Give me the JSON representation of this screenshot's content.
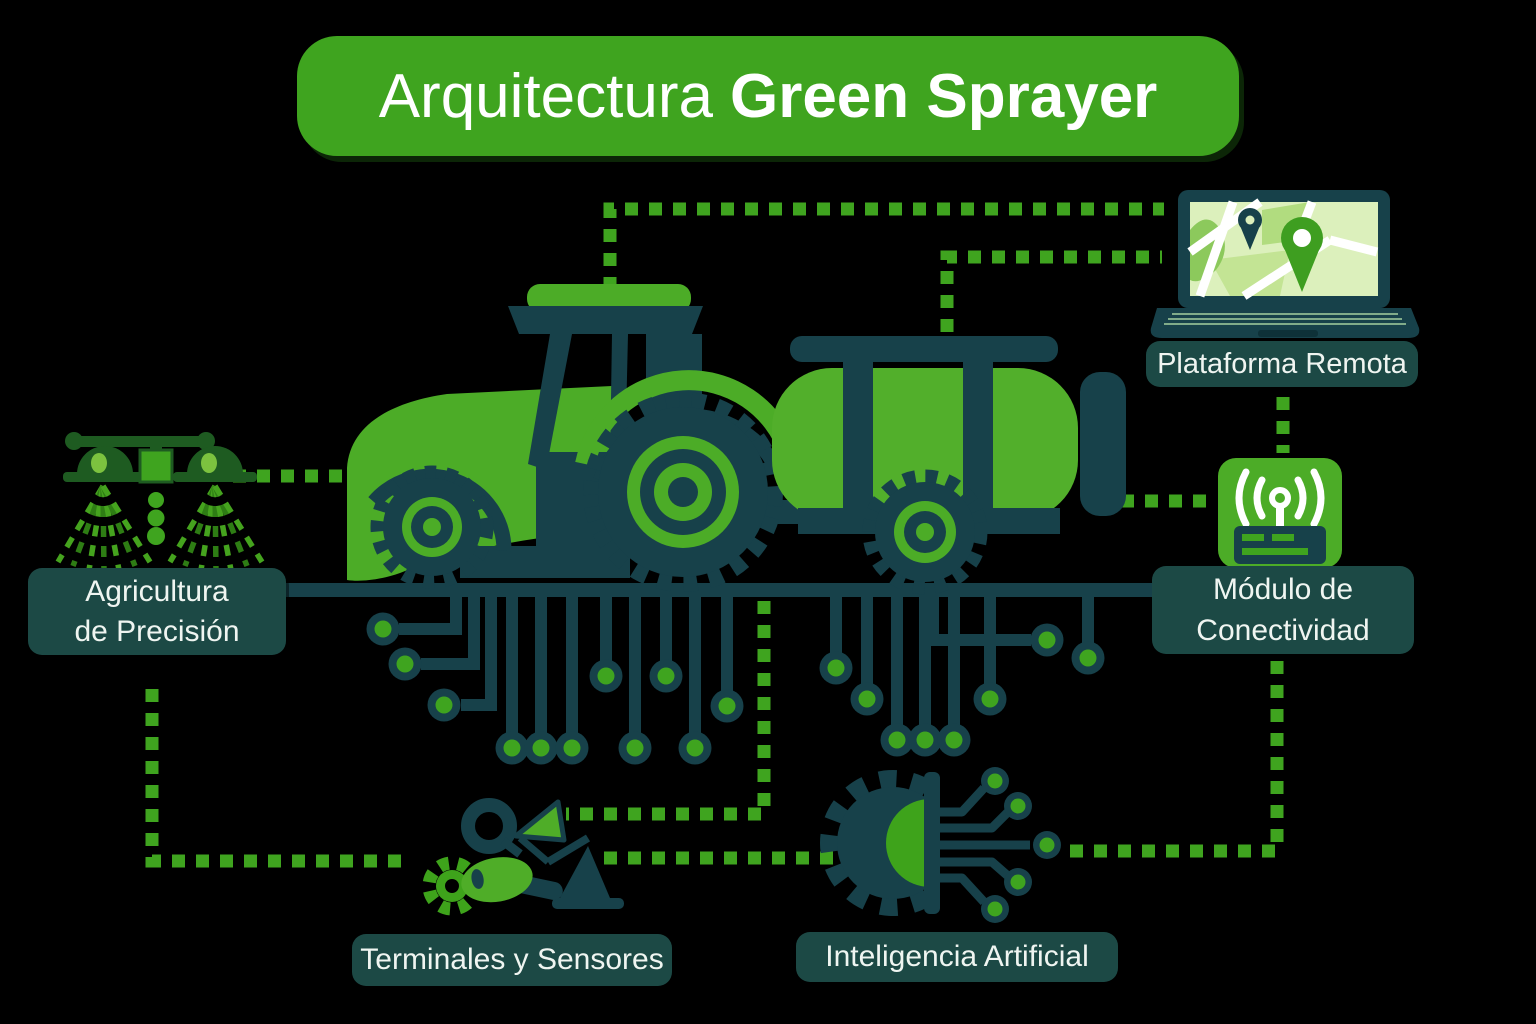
{
  "title": {
    "regular": "Arquitectura",
    "bold": "Green Sprayer"
  },
  "nodes": {
    "remote_platform": {
      "label": "Plataforma Remota",
      "icon": "laptop-map-icon"
    },
    "connectivity_module": {
      "label_line1": "Módulo de",
      "label_line2": "Conectividad",
      "icon": "wifi-module-icon"
    },
    "precision_agriculture": {
      "label_line1": "Agricultura",
      "label_line2": "de Precisión",
      "icon": "spray-nozzles-icon"
    },
    "terminals_sensors": {
      "label": "Terminales y Sensores",
      "icon": "gears-sensors-icon"
    },
    "artificial_intelligence": {
      "label": "Inteligencia Artificial",
      "icon": "gear-circuit-icon"
    },
    "sprayer_vehicle": {
      "icon": "tractor-sprayer-tank-icon"
    }
  },
  "connections": [
    {
      "from": "tractor-cab",
      "to": "remote-platform-laptop",
      "style": "green-dotted"
    },
    {
      "from": "sprayer-tank",
      "to": "remote-platform-laptop",
      "style": "green-dotted"
    },
    {
      "from": "spray-nozzles-icon",
      "to": "tractor",
      "style": "green-dotted"
    },
    {
      "from": "remote-platform-label",
      "to": "connectivity-module-icon",
      "style": "green-dotted"
    },
    {
      "from": "sprayer-tank",
      "to": "connectivity-module-icon",
      "style": "green-dotted"
    },
    {
      "from": "connectivity-module-label",
      "to": "artificial-intelligence-icon",
      "style": "green-dotted"
    },
    {
      "from": "precision-agriculture-label",
      "to": "terminals-sensors-icon",
      "style": "green-dotted"
    },
    {
      "from": "terminals-sensors-icon",
      "to": "circuit-traces",
      "style": "green-dotted"
    },
    {
      "from": "terminals-sensors-icon",
      "to": "artificial-intelligence-icon",
      "style": "green-dotted"
    }
  ],
  "colors": {
    "background": "#000000",
    "banner_green": "#3FA41F",
    "icon_green": "#4CAC27",
    "tank_green": "#52AF2B",
    "dark_teal": "#17414A",
    "label_background": "#1C4945",
    "label_text": "#EFF5F1",
    "map_light_green": "#DCF0BC"
  }
}
